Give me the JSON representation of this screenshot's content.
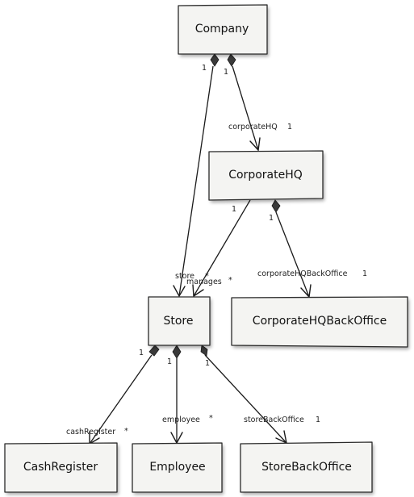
{
  "classes": {
    "company": "Company",
    "corporate_hq": "CorporateHQ",
    "corporate_hq_back_office": "CorporateHQBackOffice",
    "store": "Store",
    "cash_register": "CashRegister",
    "employee": "Employee",
    "store_back_office": "StoreBackOffice"
  },
  "associations": {
    "company_corporatehq": {
      "source_mult": "1",
      "target_role": "corporateHQ",
      "target_mult": "1"
    },
    "company_store": {
      "source_mult": "1",
      "target_role": "store",
      "target_mult": "*"
    },
    "corporatehq_store": {
      "source_mult": "1",
      "target_role": "manages",
      "target_mult": "*"
    },
    "corporatehq_backoffice": {
      "source_mult": "1",
      "target_role": "corporateHQBackOffice",
      "target_mult": "1"
    },
    "store_cashregister": {
      "source_mult": "1",
      "target_role": "cashRegister",
      "target_mult": "*"
    },
    "store_employee": {
      "source_mult": "1",
      "target_role": "employee",
      "target_mult": "*"
    },
    "store_storebackoffice": {
      "source_mult": "1",
      "target_role": "storeBackOffice",
      "target_mult": "1"
    }
  }
}
